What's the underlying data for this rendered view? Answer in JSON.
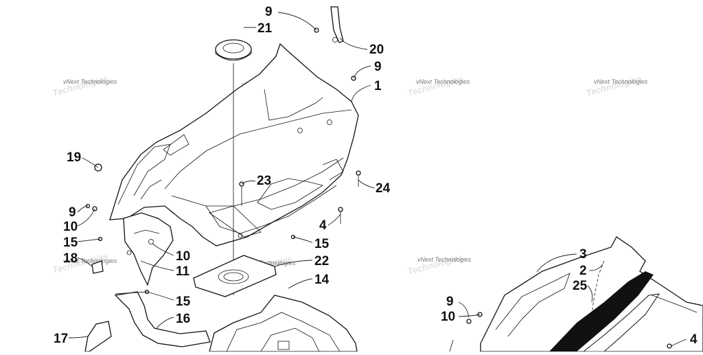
{
  "watermark": "vNext Technologies",
  "callouts": {
    "c9a": "9",
    "c21": "21",
    "c20": "20",
    "c9b": "9",
    "c1": "1",
    "c19": "19",
    "c23": "23",
    "c24": "24",
    "c9c": "9",
    "c10a": "10",
    "c4a": "4",
    "c15a": "15",
    "c15b": "15",
    "c10b": "10",
    "c18": "18",
    "c11": "11",
    "c22": "22",
    "c14": "14",
    "c15c": "15",
    "c16": "16",
    "c17": "17",
    "c3": "3",
    "c2": "2",
    "c25": "25",
    "c9d": "9",
    "c10c": "10",
    "c4b": "4"
  }
}
